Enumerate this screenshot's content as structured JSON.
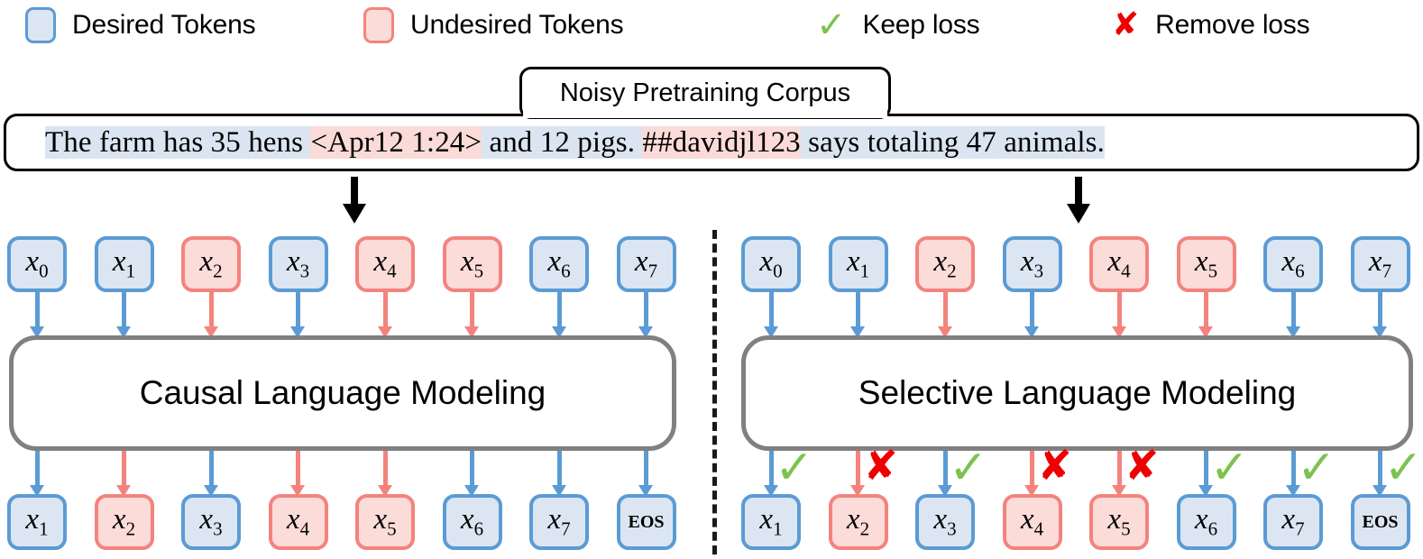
{
  "legend": {
    "items": [
      {
        "label": "Desired Tokens",
        "icon": "blue-rounded-square-swatch",
        "color": "#5b9bd5",
        "fill": "#dce6f2"
      },
      {
        "label": "Undesired Tokens",
        "icon": "red-rounded-square-swatch",
        "color": "#f4837e",
        "fill": "#fbdcd9"
      },
      {
        "label": "Keep loss",
        "icon": "green-check-icon",
        "color": "#7cc34d",
        "glyph": "✓"
      },
      {
        "label": "Remove loss",
        "icon": "red-cross-icon",
        "color": "#ee0000",
        "glyph": "✘"
      }
    ]
  },
  "corpus": {
    "tag_label": "Noisy Pretraining Corpus",
    "segments": [
      {
        "text": "The farm has 35 hens ",
        "kind": "desired"
      },
      {
        "text": "<Apr12 1:24>",
        "kind": "undesired"
      },
      {
        "text": " and 12 pigs. ",
        "kind": "desired"
      },
      {
        "text": "##davidjl123",
        "kind": "undesired"
      },
      {
        "text": " says totaling 47 animals.",
        "kind": "desired"
      }
    ],
    "full_text": "The farm has 35 hens <Apr12 1:24> and 12 pigs. ##davidjl123 says totaling 47 animals."
  },
  "panels": [
    {
      "id": "clm",
      "title": "Causal Language Modeling",
      "input_tokens": [
        {
          "base": "x",
          "sub": "0",
          "kind": "desired"
        },
        {
          "base": "x",
          "sub": "1",
          "kind": "desired"
        },
        {
          "base": "x",
          "sub": "2",
          "kind": "undesired"
        },
        {
          "base": "x",
          "sub": "3",
          "kind": "desired"
        },
        {
          "base": "x",
          "sub": "4",
          "kind": "undesired"
        },
        {
          "base": "x",
          "sub": "5",
          "kind": "undesired"
        },
        {
          "base": "x",
          "sub": "6",
          "kind": "desired"
        },
        {
          "base": "x",
          "sub": "7",
          "kind": "desired"
        }
      ],
      "output_tokens": [
        {
          "base": "x",
          "sub": "1",
          "kind": "desired",
          "mark": "none"
        },
        {
          "base": "x",
          "sub": "2",
          "kind": "undesired",
          "mark": "none"
        },
        {
          "base": "x",
          "sub": "3",
          "kind": "desired",
          "mark": "none"
        },
        {
          "base": "x",
          "sub": "4",
          "kind": "undesired",
          "mark": "none"
        },
        {
          "base": "x",
          "sub": "5",
          "kind": "undesired",
          "mark": "none"
        },
        {
          "base": "x",
          "sub": "6",
          "kind": "desired",
          "mark": "none"
        },
        {
          "base": "x",
          "sub": "7",
          "kind": "desired",
          "mark": "none"
        },
        {
          "base": "EOS",
          "sub": "",
          "kind": "desired",
          "mark": "none"
        }
      ]
    },
    {
      "id": "slm",
      "title": "Selective Language Modeling",
      "input_tokens": [
        {
          "base": "x",
          "sub": "0",
          "kind": "desired"
        },
        {
          "base": "x",
          "sub": "1",
          "kind": "desired"
        },
        {
          "base": "x",
          "sub": "2",
          "kind": "undesired"
        },
        {
          "base": "x",
          "sub": "3",
          "kind": "desired"
        },
        {
          "base": "x",
          "sub": "4",
          "kind": "undesired"
        },
        {
          "base": "x",
          "sub": "5",
          "kind": "undesired"
        },
        {
          "base": "x",
          "sub": "6",
          "kind": "desired"
        },
        {
          "base": "x",
          "sub": "7",
          "kind": "desired"
        }
      ],
      "output_tokens": [
        {
          "base": "x",
          "sub": "1",
          "kind": "desired",
          "mark": "check"
        },
        {
          "base": "x",
          "sub": "2",
          "kind": "undesired",
          "mark": "cross"
        },
        {
          "base": "x",
          "sub": "3",
          "kind": "desired",
          "mark": "check"
        },
        {
          "base": "x",
          "sub": "4",
          "kind": "undesired",
          "mark": "cross"
        },
        {
          "base": "x",
          "sub": "5",
          "kind": "undesired",
          "mark": "cross"
        },
        {
          "base": "x",
          "sub": "6",
          "kind": "desired",
          "mark": "check"
        },
        {
          "base": "x",
          "sub": "7",
          "kind": "desired",
          "mark": "check"
        },
        {
          "base": "EOS",
          "sub": "",
          "kind": "desired",
          "mark": "check"
        }
      ]
    }
  ],
  "glyphs": {
    "check": "✓",
    "cross": "✘"
  },
  "colors": {
    "desired_border": "#5b9bd5",
    "desired_fill": "#dce6f2",
    "undesired_border": "#f4837e",
    "undesired_fill": "#fbdcd9",
    "keep": "#7cc34d",
    "remove": "#ee0000",
    "model_border": "#808080",
    "text": "#000000"
  }
}
